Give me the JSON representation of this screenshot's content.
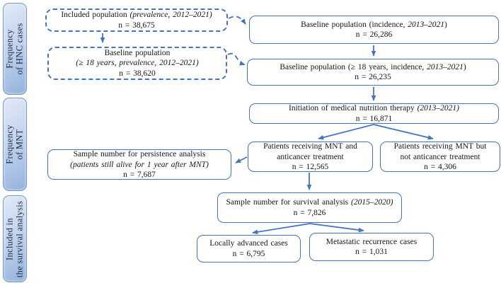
{
  "colors": {
    "accent_blue": "#4472c4",
    "sidebar_fill_light": "#e2eaf7",
    "sidebar_fill_dark": "#93b2de",
    "sidebar_border": "#7495c5"
  },
  "sidebar": {
    "hnc": {
      "line1": "Frequency",
      "line2": "of HNC cases"
    },
    "mnt": {
      "line1": "Frequency",
      "line2": "of MNT"
    },
    "survival": {
      "line1": "Included in",
      "line2": "the survival analysis"
    }
  },
  "boxes": {
    "included_prevalence": {
      "pre": "Included population ",
      "italic": "(prevalence, 2012–2021)",
      "n": "n = 38,675"
    },
    "baseline_prevalence": {
      "line1": "Baseline population",
      "italic": "(≥ 18 years, prevalence, 2012–2021)",
      "n": "n = 38,620"
    },
    "baseline_incidence": {
      "pre": "Baseline population (incidence, ",
      "italic": "2013–2021",
      "post": ")",
      "n": "n = 26,286"
    },
    "baseline_adult_incidence": {
      "pre": "Baseline population (≥ 18 years, incidence, ",
      "italic": "2013–2021",
      "post": ")",
      "n": "n = 26,235"
    },
    "mnt_initiation": {
      "pre": "Initiation of medical nutrition therapy ",
      "italic": "(2013–2021)",
      "n": "n = 16,871"
    },
    "mnt_anticancer": {
      "line1": "Patients receiving MNT and",
      "line2": "anticancer treatment",
      "n": "n = 12,565"
    },
    "mnt_no_anticancer": {
      "line1": "Patients receiving MNT but",
      "line2": "not anticancer treatment",
      "n": "n = 4,306"
    },
    "persistence": {
      "line1": "Sample number for persistence analysis",
      "italic": "(patients still alive for 1 year after MNT)",
      "n": "n = 7,687"
    },
    "survival_sample": {
      "pre": "Sample number for survival analysis ",
      "italic": "(2015–2020)",
      "n": "n = 7,826"
    },
    "locally_advanced": {
      "line1": "Locally advanced cases",
      "n": "n = 6,795"
    },
    "metastatic_recurrence": {
      "line1": "Metastatic recurrence cases",
      "n": "n = 1,031"
    }
  }
}
